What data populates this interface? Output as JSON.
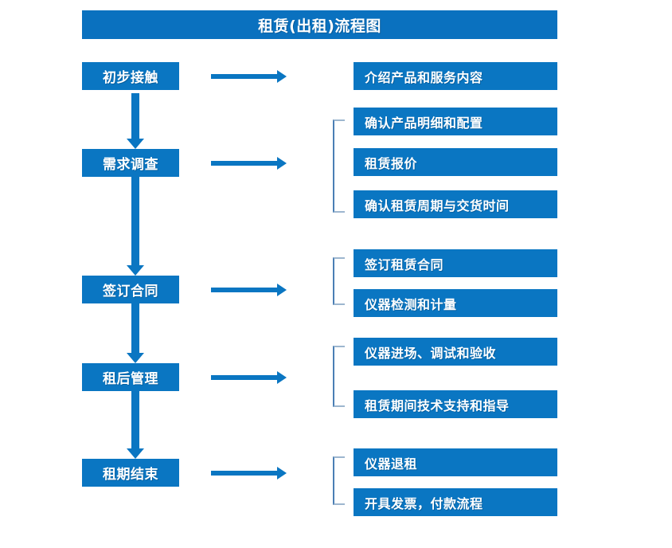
{
  "diagram": {
    "title": "租赁(出租)流程图",
    "colors": {
      "box_blue": "#0a76c2",
      "title_blue": "#0a71bf",
      "arrow_blue": "#0a76c2",
      "bracket_blue": "#4a7fb5",
      "background": "#ffffff",
      "text": "#ffffff"
    },
    "stages": [
      {
        "label": "初步接触"
      },
      {
        "label": "需求调查"
      },
      {
        "label": "签订合同"
      },
      {
        "label": "租后管理"
      },
      {
        "label": "租期结束"
      }
    ],
    "details": [
      {
        "label": "介绍产品和服务内容"
      },
      {
        "label": "确认产品明细和配置"
      },
      {
        "label": "租赁报价"
      },
      {
        "label": "确认租赁周期与交货时间"
      },
      {
        "label": "签订租赁合同"
      },
      {
        "label": "仪器检测和计量"
      },
      {
        "label": "仪器进场、调试和验收"
      },
      {
        "label": "租赁期间技术支持和指导"
      },
      {
        "label": "仪器退租"
      },
      {
        "label": "开具发票，付款流程"
      }
    ]
  }
}
